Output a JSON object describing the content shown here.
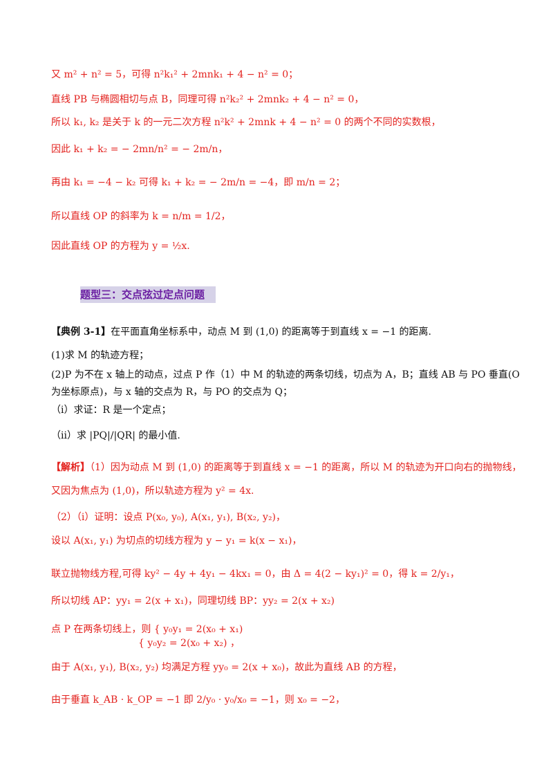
{
  "lines_top": [
    "又 m² + n² = 5，可得 n²k₁² + 2mnk₁ + 4 − n² = 0；",
    "直线 PB 与椭圆相切与点 B，同理可得 n²k₂² + 2mnk₂ + 4 − n² = 0，",
    "所以 k₁, k₂ 是关于 k 的一元二次方程 n²k² + 2mnk + 4 − n² = 0 的两个不同的实数根，",
    "因此 k₁ + k₂ = − 2mn/n² = − 2m/n，",
    "再由 k₁ = −4 − k₂ 可得 k₁ + k₂ = − 2m/n = −4，即 m/n = 2；",
    "所以直线 OP 的斜率为 k = n/m = 1/2，",
    "因此直线 OP 的方程为 y = ½x."
  ],
  "section_title": "题型三：交点弦过定点问题",
  "example": {
    "label": "【典例 3-1】",
    "stem": "在平面直角坐标系中，动点 M 到 (1,0) 的距离等于到直线 x = −1 的距离.",
    "q1": "(1)求 M 的轨迹方程；",
    "q2a": "(2)P 为不在 x 轴上的动点，过点 P 作（1）中 M 的轨迹的两条切线，切点为 A，B；直线 AB 与 PO 垂直(O",
    "q2b": "为坐标原点)，与 x 轴的交点为 R，与 PO 的交点为 Q；",
    "qi": "（ⅰ）求证：R 是一个定点；",
    "qii": "（ⅱ）求 |PQ|/|QR| 的最小值."
  },
  "solution": {
    "label": "【解析】",
    "s1": "（1）因为动点 M 到 (1,0) 的距离等于到直线 x = −1 的距离，所以 M 的轨迹为开口向右的抛物线，",
    "s2": "又因为焦点为 (1,0)，所以轨迹方程为 y² = 4x.",
    "s3": "（2）（ⅰ）证明：设点 P(x₀, y₀), A(x₁, y₁), B(x₂, y₂)，",
    "s4": "设以 A(x₁, y₁) 为切点的切线方程为 y − y₁ = k(x − x₁)，",
    "s5": "联立抛物线方程,可得 ky² − 4y + 4y₁ − 4kx₁ = 0，由 Δ = 4(2 − ky₁)² = 0，得 k = 2/y₁，",
    "s6": "所以切线 AP：yy₁ = 2(x + x₁)，同理切线 BP：yy₂ = 2(x + x₂)",
    "s7a": "点 P 在两条切线上，则 { y₀y₁ = 2(x₀ + x₁)",
    "s7b": "{ y₀y₂ = 2(x₀ + x₂) ，",
    "s8": "由于 A(x₁, y₁), B(x₂, y₂) 均满足方程 yy₀ = 2(x + x₀)，故此为直线 AB 的方程，",
    "s9": "由于垂直 k_AB · k_OP = −1 即 2/y₀ · y₀/x₀ = −1，则 x₀ = −2，"
  }
}
